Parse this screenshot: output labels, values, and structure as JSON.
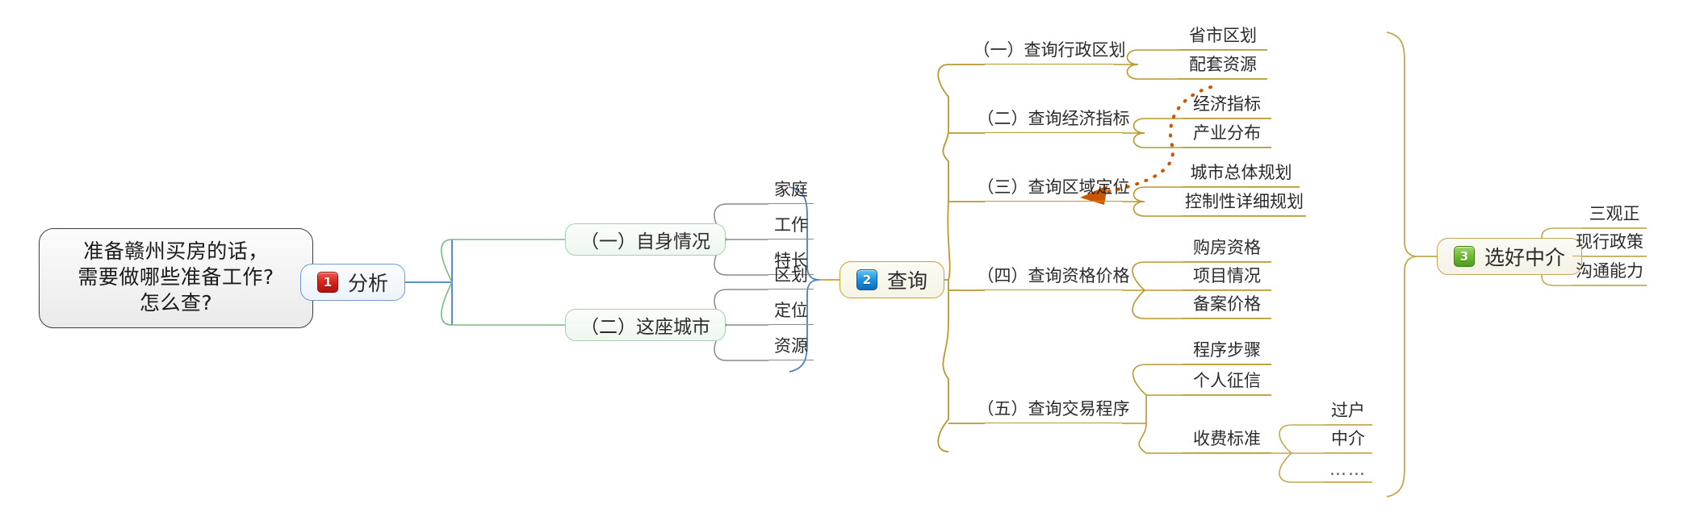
{
  "document": {
    "type": "mind-map",
    "title": "准备赣州买房的话，需要做哪些准备工作？怎么查？",
    "background_color": "#ffffff"
  },
  "colors": {
    "root_border": "#3d3d3d",
    "blue_branch": "#4a7fc1",
    "green_branch": "#7ab887",
    "olive_branch": "#b79a2f",
    "gold_branch": "#c0a94f",
    "relation_arrow": "#cc5500",
    "badge_red": "#d4251c",
    "badge_blue": "#1f93e0",
    "badge_green": "#6fbb34"
  },
  "root": {
    "line1": "准备赣州买房的话，",
    "line2": "需要做哪些准备工作?",
    "line3": "怎么查?"
  },
  "branches": {
    "analysis": {
      "badge": "1",
      "label": "分析",
      "children": [
        {
          "label": "（一）自身情况",
          "leaves": [
            "家庭",
            "工作",
            "特长"
          ]
        },
        {
          "label": "（二）这座城市",
          "leaves": [
            "区划",
            "定位",
            "资源"
          ]
        }
      ]
    },
    "query": {
      "badge": "2",
      "label": "查询",
      "children": [
        {
          "label": "（一）查询行政区划",
          "leaves": [
            "省市区划",
            "配套资源"
          ]
        },
        {
          "label": "（二）查询经济指标",
          "leaves": [
            "经济指标",
            "产业分布"
          ]
        },
        {
          "label": "（三）查询区域定位",
          "leaves": [
            "城市总体规划",
            "控制性详细规划"
          ]
        },
        {
          "label": "（四）查询资格价格",
          "leaves": [
            "购房资格",
            "项目情况",
            "备案价格"
          ]
        },
        {
          "label": "（五）查询交易程序",
          "leaves": [
            "程序步骤",
            "个人征信",
            "收费标准"
          ],
          "sub": {
            "parent": "收费标准",
            "leaves": [
              "过户",
              "中介",
              "……"
            ]
          }
        }
      ]
    },
    "agent": {
      "badge": "3",
      "label": "选好中介",
      "leaves": [
        "三观正",
        "现行政策",
        "沟通能力"
      ]
    }
  },
  "relation": {
    "name": "dotted-relation-arrow",
    "from": "配套资源",
    "to": "（三）查询区域定位",
    "style": "dotted",
    "color": "#cc5500"
  }
}
